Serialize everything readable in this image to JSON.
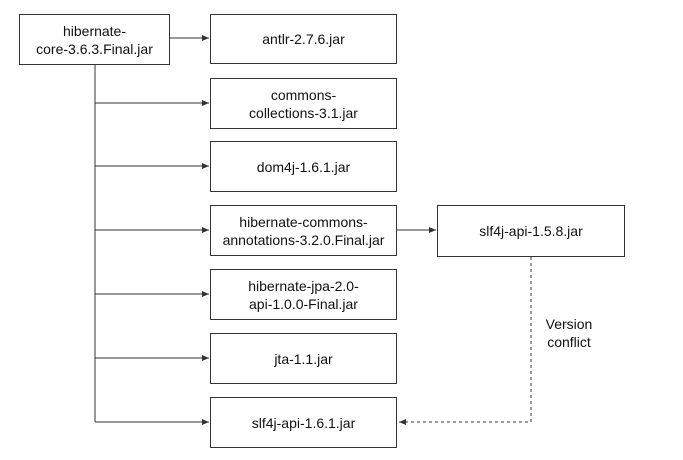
{
  "diagram": {
    "root": {
      "label": "hibernate-\ncore-3.6.3.Final.jar"
    },
    "dependencies": [
      {
        "label": "antlr-2.7.6.jar"
      },
      {
        "label": "commons-\ncollections-3.1.jar"
      },
      {
        "label": "dom4j-1.6.1.jar"
      },
      {
        "label": "hibernate-commons-\nannotations-3.2.0.Final.jar"
      },
      {
        "label": "hibernate-jpa-2.0-\napi-1.0.0-Final.jar"
      },
      {
        "label": "jta-1.1.jar"
      },
      {
        "label": "slf4j-api-1.6.1.jar"
      }
    ],
    "transitive": {
      "label": "slf4j-api-1.5.8.jar"
    },
    "conflict_note": "Version\nconflict"
  }
}
